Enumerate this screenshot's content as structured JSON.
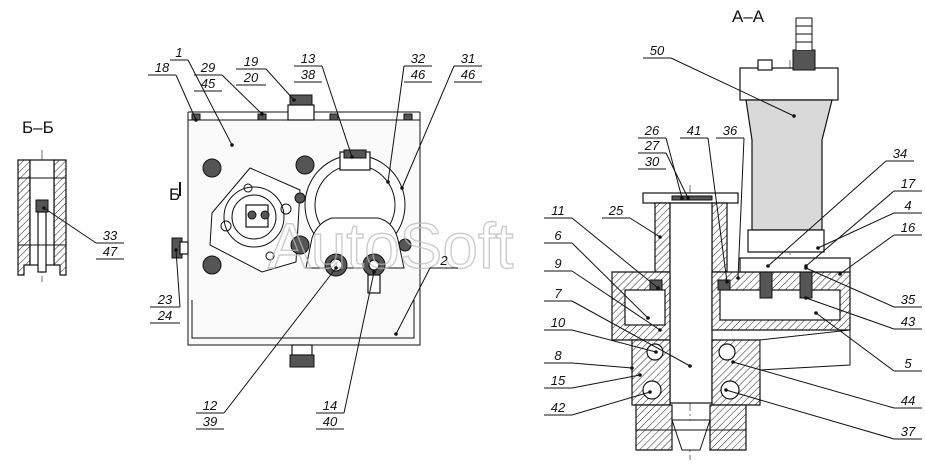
{
  "sections": {
    "view_b": "Б–Б",
    "view_a": "А–А",
    "marker_b_left": "Б",
    "marker_b_right": "Б"
  },
  "watermark": "AutoSoft",
  "callouts": [
    {
      "id": "c18",
      "top": "18",
      "bottom": ""
    },
    {
      "id": "c1",
      "top": "1",
      "bottom": ""
    },
    {
      "id": "c29",
      "top": "29",
      "bottom": "45"
    },
    {
      "id": "c19",
      "top": "19",
      "bottom": "20"
    },
    {
      "id": "c13",
      "top": "13",
      "bottom": "38"
    },
    {
      "id": "c32",
      "top": "32",
      "bottom": "46"
    },
    {
      "id": "c31",
      "top": "31",
      "bottom": "46"
    },
    {
      "id": "c33",
      "top": "33",
      "bottom": "47"
    },
    {
      "id": "c23",
      "top": "23",
      "bottom": "24"
    },
    {
      "id": "c2",
      "top": "2",
      "bottom": ""
    },
    {
      "id": "c12",
      "top": "12",
      "bottom": "39"
    },
    {
      "id": "c14",
      "top": "14",
      "bottom": "40"
    },
    {
      "id": "c50",
      "top": "50",
      "bottom": ""
    },
    {
      "id": "c26",
      "top": "26",
      "bottom": ""
    },
    {
      "id": "c27",
      "top": "27",
      "bottom": "30"
    },
    {
      "id": "c41",
      "top": "41",
      "bottom": ""
    },
    {
      "id": "c36",
      "top": "36",
      "bottom": ""
    },
    {
      "id": "c34",
      "top": "34",
      "bottom": ""
    },
    {
      "id": "c25",
      "top": "25",
      "bottom": ""
    },
    {
      "id": "c11",
      "top": "11",
      "bottom": ""
    },
    {
      "id": "c6",
      "top": "6",
      "bottom": ""
    },
    {
      "id": "c9",
      "top": "9",
      "bottom": ""
    },
    {
      "id": "c7",
      "top": "7",
      "bottom": ""
    },
    {
      "id": "c10",
      "top": "10",
      "bottom": ""
    },
    {
      "id": "c8",
      "top": "8",
      "bottom": ""
    },
    {
      "id": "c15",
      "top": "15",
      "bottom": ""
    },
    {
      "id": "c42",
      "top": "42",
      "bottom": ""
    },
    {
      "id": "c17",
      "top": "17",
      "bottom": ""
    },
    {
      "id": "c4",
      "top": "4",
      "bottom": ""
    },
    {
      "id": "c16",
      "top": "16",
      "bottom": ""
    },
    {
      "id": "c35",
      "top": "35",
      "bottom": ""
    },
    {
      "id": "c43",
      "top": "43",
      "bottom": ""
    },
    {
      "id": "c5",
      "top": "5",
      "bottom": ""
    },
    {
      "id": "c44",
      "top": "44",
      "bottom": ""
    },
    {
      "id": "c37",
      "top": "37",
      "bottom": ""
    }
  ]
}
